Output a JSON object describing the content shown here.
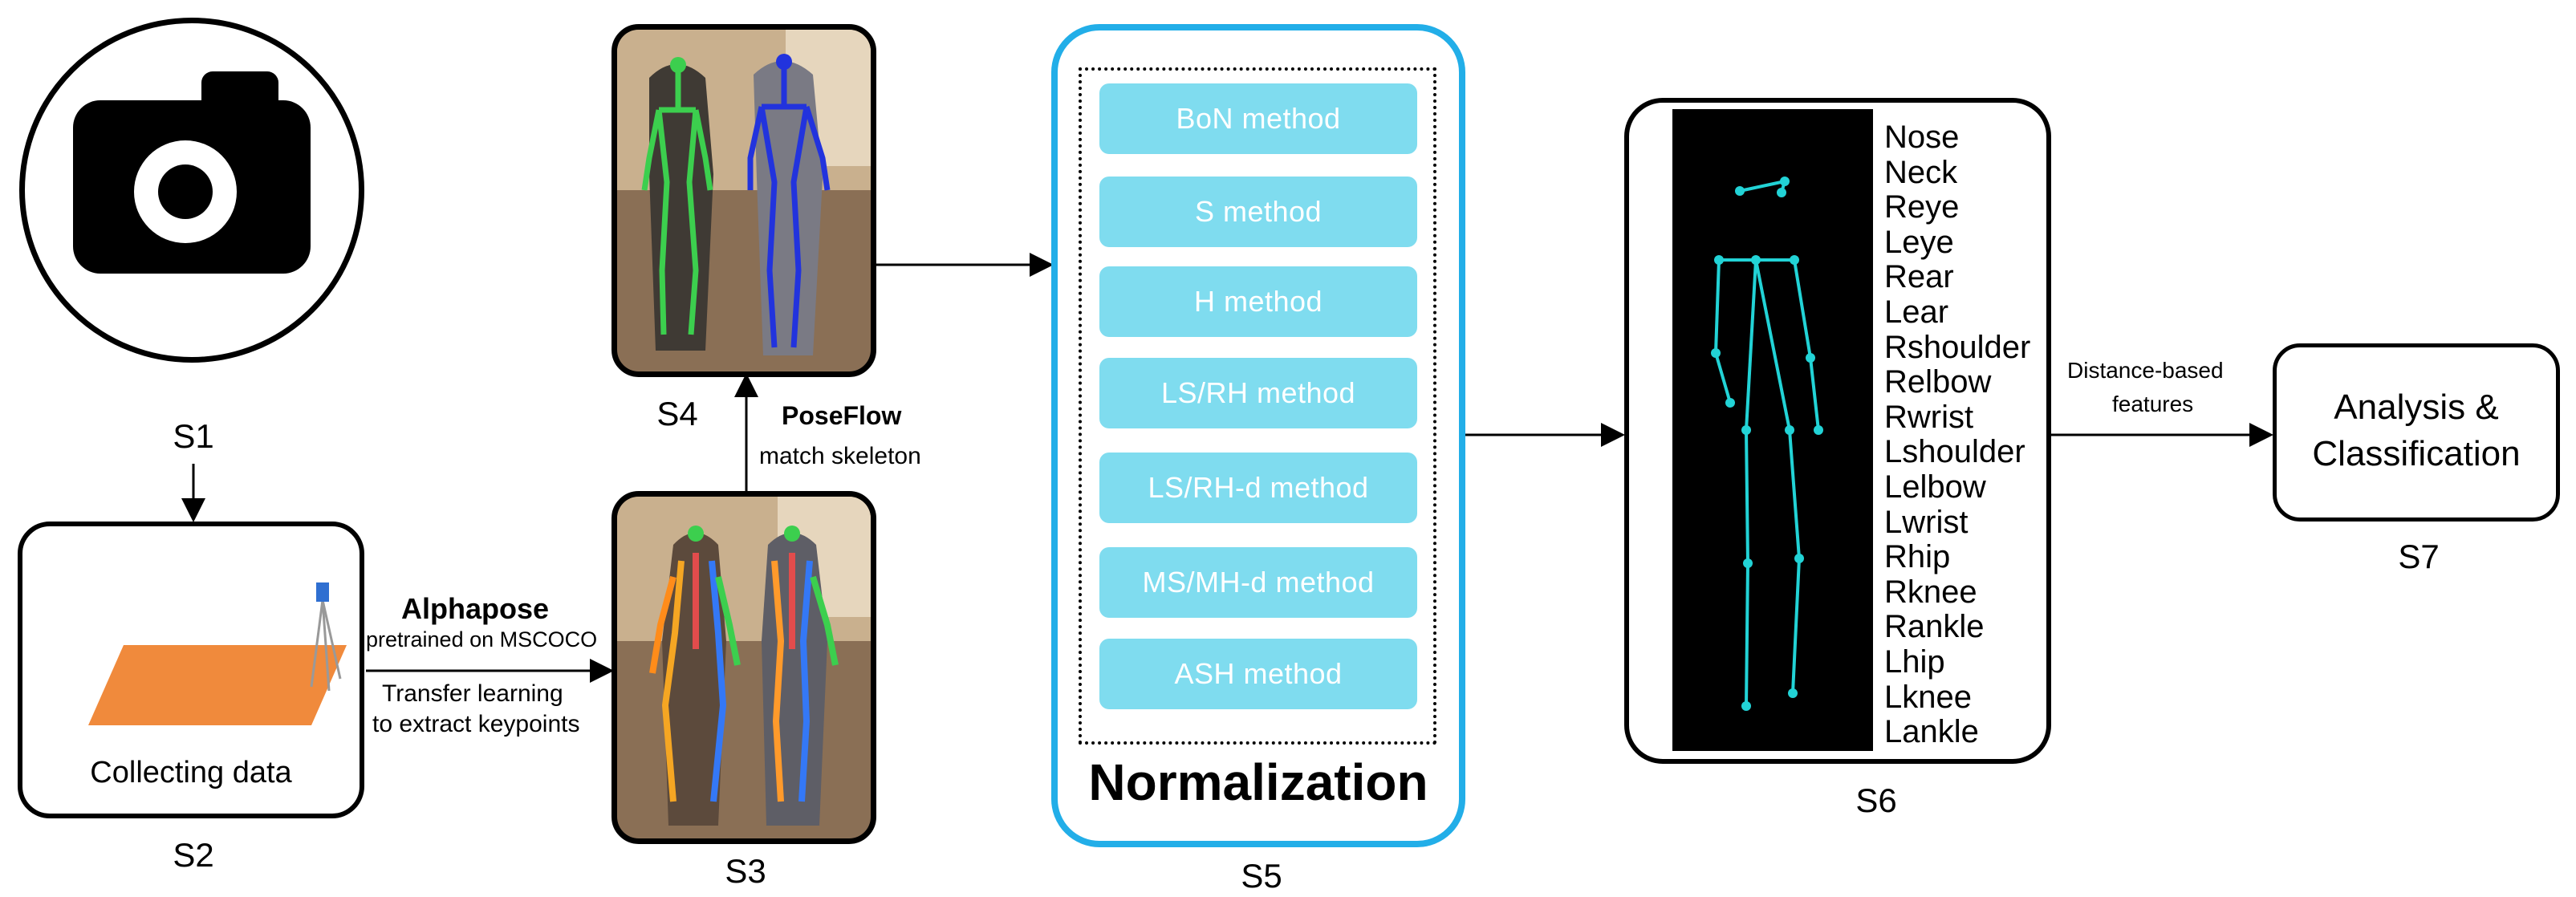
{
  "stages": {
    "s1": "S1",
    "s2": "S2",
    "s3": "S3",
    "s4": "S4",
    "s5": "S5",
    "s6": "S6",
    "s7": "S7"
  },
  "s2_box": {
    "caption": "Collecting data"
  },
  "alphapose": {
    "title": "Alphapose",
    "subtitle": "pretrained on MSCOCO",
    "line1": "Transfer learning",
    "line2": "to extract keypoints"
  },
  "poseflow": {
    "title": "PoseFlow",
    "subtitle": "match skeleton"
  },
  "normalization": {
    "title": "Normalization",
    "methods": [
      "BoN method",
      "S method",
      "H method",
      "LS/RH method",
      "LS/RH-d method",
      "MS/MH-d method",
      "ASH method"
    ]
  },
  "keypoints": [
    "Nose",
    "Neck",
    "Reye",
    "Leye",
    "Rear",
    "Lear",
    "Rshoulder",
    "Relbow",
    "Rwrist",
    "Lshoulder",
    "Lelbow",
    "Lwrist",
    "Rhip",
    "Rknee",
    "Rankle",
    "Lhip",
    "Lknee",
    "Lankle"
  ],
  "distance_features": {
    "line1": "Distance-based",
    "line2": "features"
  },
  "s7_box": {
    "line1": "Analysis &",
    "line2": "Classification"
  },
  "colors": {
    "normalization_border": "#22aee8",
    "method_fill": "#7fdcef",
    "skeleton": "#22d3d6",
    "platform": "#f08a3c"
  }
}
